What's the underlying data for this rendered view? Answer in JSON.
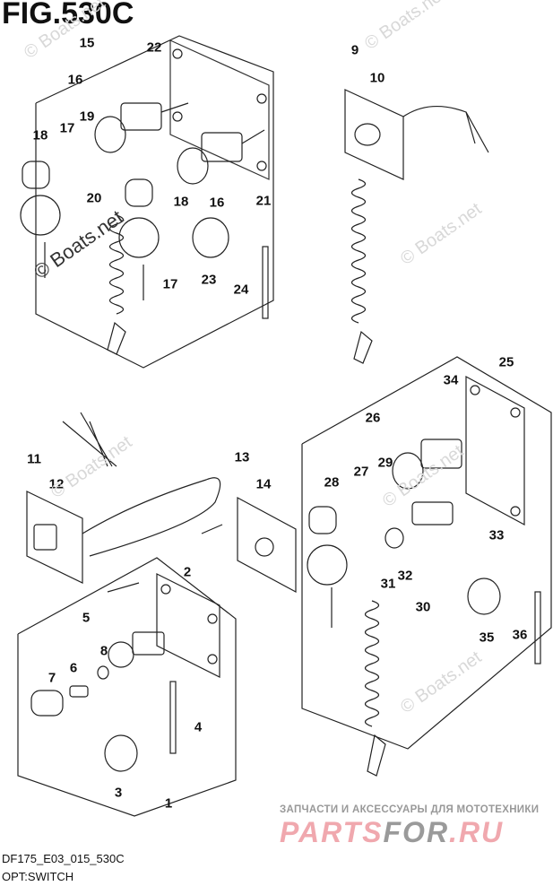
{
  "figure": {
    "title": "FIG.530C",
    "code": "DF175_E03_015_530C",
    "subtitle": "OPT:SWITCH"
  },
  "watermarks": {
    "boats": "© Boats.net"
  },
  "promo": {
    "tagline": "ЗАПЧАСТИ И АКСЕССУАРЫ ДЛЯ МОТОТЕХНИКИ",
    "logo_part1": "PARTS",
    "logo_part2": "FOR",
    "logo_part3": ".RU",
    "colors": {
      "pink": "#f0a8ae",
      "grey": "#9a9a9a"
    }
  },
  "callouts": [
    {
      "id": "c15",
      "label": "15"
    },
    {
      "id": "c22",
      "label": "22"
    },
    {
      "id": "c16a",
      "label": "16"
    },
    {
      "id": "c19",
      "label": "19"
    },
    {
      "id": "c18a",
      "label": "18"
    },
    {
      "id": "c17a",
      "label": "17"
    },
    {
      "id": "c20",
      "label": "20"
    },
    {
      "id": "c18b",
      "label": "18"
    },
    {
      "id": "c16b",
      "label": "16"
    },
    {
      "id": "c21",
      "label": "21"
    },
    {
      "id": "c23",
      "label": "23"
    },
    {
      "id": "c24",
      "label": "24"
    },
    {
      "id": "c17b",
      "label": "17"
    },
    {
      "id": "c9",
      "label": "9"
    },
    {
      "id": "c10",
      "label": "10"
    },
    {
      "id": "c25",
      "label": "25"
    },
    {
      "id": "c34",
      "label": "34"
    },
    {
      "id": "c26",
      "label": "26"
    },
    {
      "id": "c29",
      "label": "29"
    },
    {
      "id": "c27",
      "label": "27"
    },
    {
      "id": "c28",
      "label": "28"
    },
    {
      "id": "c33",
      "label": "33"
    },
    {
      "id": "c11",
      "label": "11"
    },
    {
      "id": "c12",
      "label": "12"
    },
    {
      "id": "c13",
      "label": "13"
    },
    {
      "id": "c14",
      "label": "14"
    },
    {
      "id": "c2",
      "label": "2"
    },
    {
      "id": "c5",
      "label": "5"
    },
    {
      "id": "c8",
      "label": "8"
    },
    {
      "id": "c6",
      "label": "6"
    },
    {
      "id": "c7",
      "label": "7"
    },
    {
      "id": "c4",
      "label": "4"
    },
    {
      "id": "c3",
      "label": "3"
    },
    {
      "id": "c1",
      "label": "1"
    },
    {
      "id": "c31",
      "label": "31"
    },
    {
      "id": "c32",
      "label": "32"
    },
    {
      "id": "c30",
      "label": "30"
    },
    {
      "id": "c35",
      "label": "35"
    },
    {
      "id": "c36",
      "label": "36"
    }
  ]
}
